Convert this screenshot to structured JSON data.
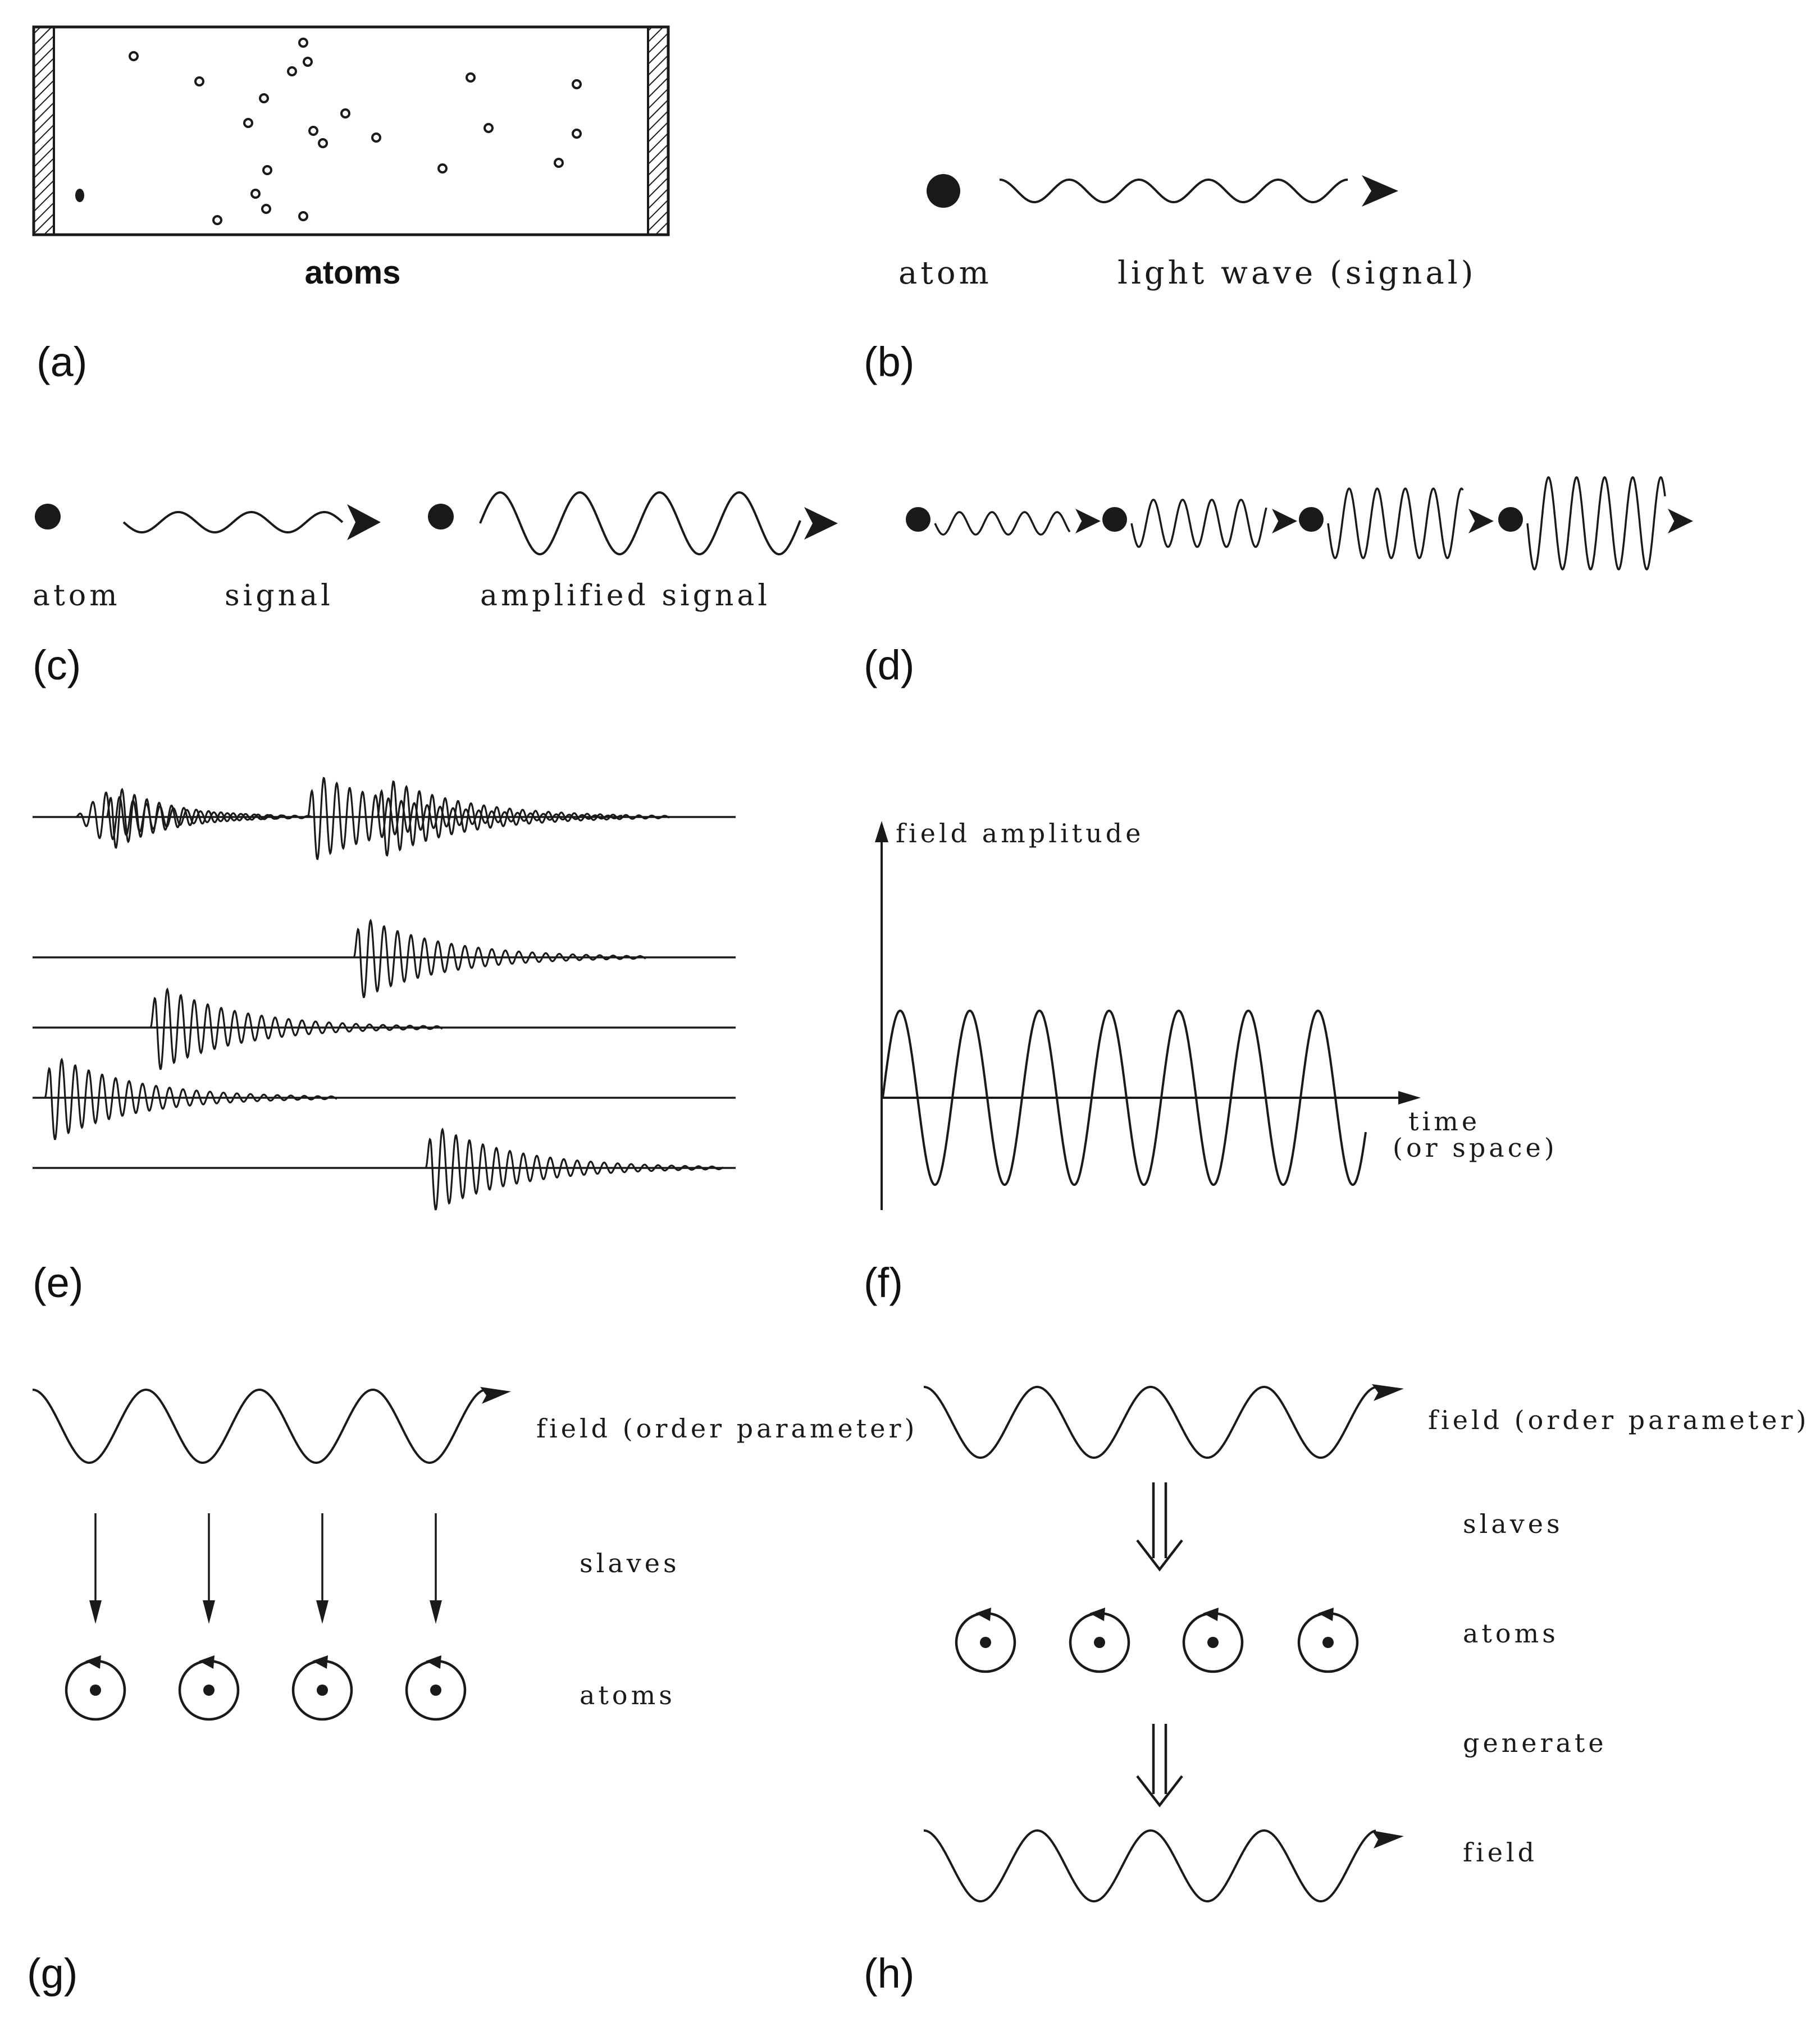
{
  "panels": {
    "a": {
      "letter": "(a)",
      "caption": "atoms"
    },
    "b": {
      "letter": "(b)",
      "atom_label": "atom",
      "wave_label": "light wave (signal)"
    },
    "c": {
      "letter": "(c)",
      "atom_label": "atom",
      "signal_label": "signal",
      "amplified_label": "amplified signal"
    },
    "d": {
      "letter": "(d)"
    },
    "e": {
      "letter": "(e)"
    },
    "f": {
      "letter": "(f)",
      "y_label": "field amplitude",
      "x_label_1": "time",
      "x_label_2": "(or space)"
    },
    "g": {
      "letter": "(g)",
      "field_label": "field (order parameter)",
      "slaves_label": "slaves",
      "atoms_label": "atoms"
    },
    "h": {
      "letter": "(h)",
      "field_label": "field (order parameter)",
      "slaves_label": "slaves",
      "atoms_label": "atoms",
      "generate_label": "generate",
      "field2_label": "field"
    }
  },
  "colors": {
    "ink": "#1a1a1a",
    "paper": "#ffffff"
  }
}
